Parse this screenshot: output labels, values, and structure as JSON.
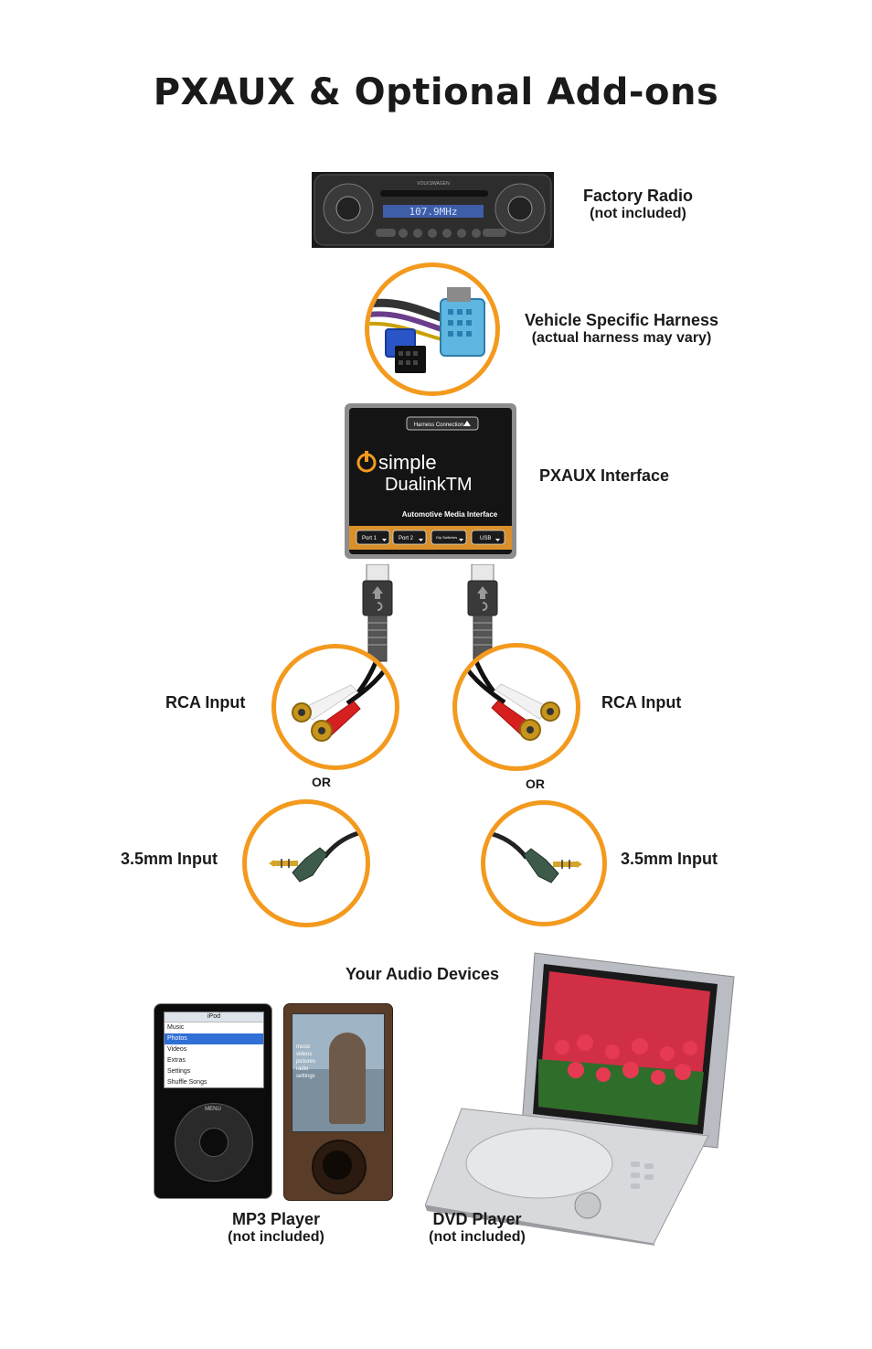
{
  "title": "PXAUX & Optional Add-ons",
  "factory_radio": {
    "label": "Factory Radio",
    "note": "(not included)",
    "display": "107.9MHz",
    "brand": "VOLKSWAGEN"
  },
  "harness": {
    "label": "Vehicle Specific Harness",
    "note": "(actual harness may vary)"
  },
  "interface": {
    "label": "PXAUX Interface",
    "top_tab": "Harness Connection",
    "brand_line1": "simple",
    "brand_line2": "DualinkTM",
    "tagline": "Automotive Media Interface",
    "ports": [
      "Port 1",
      "Port 2",
      "Dip Switches",
      "USB"
    ]
  },
  "left_rca": "RCA Input",
  "right_rca": "RCA Input",
  "or_left": "OR",
  "or_right": "OR",
  "left_35": "3.5mm Input",
  "right_35": "3.5mm Input",
  "devices_heading": "Your Audio Devices",
  "ipod": {
    "header": "iPod",
    "menu": [
      "Music",
      "Photos",
      "Videos",
      "Extras",
      "Settings",
      "Shuffle Songs"
    ],
    "wheel_top": "MENU"
  },
  "zune_menu": [
    "music",
    "videos",
    "pictures",
    "radio",
    "settings"
  ],
  "mp3": {
    "label": "MP3 Player",
    "note": "(not included)"
  },
  "dvd": {
    "label": "DVD Player",
    "note": "(not included)"
  },
  "colors": {
    "accent": "#f39a1e",
    "rca_red": "#d6201f",
    "gold": "#c8951c"
  }
}
